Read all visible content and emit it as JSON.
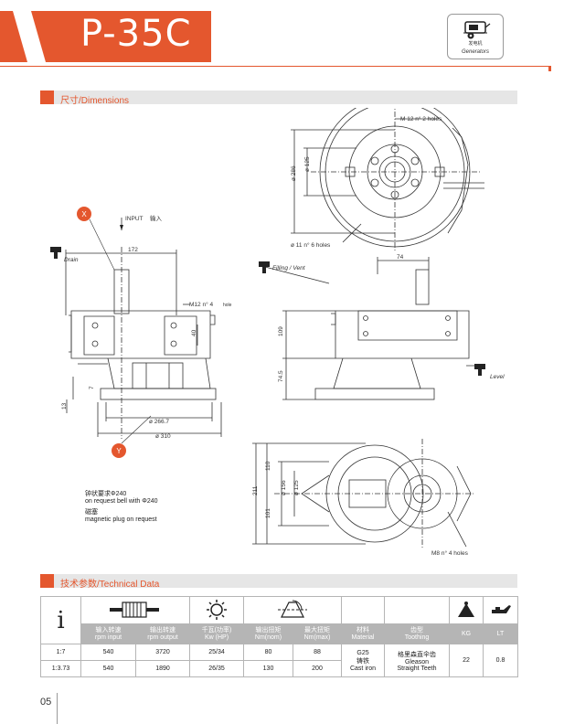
{
  "header": {
    "model": "P-35C",
    "accent_color": "#e4572e",
    "application_cn": "发电机",
    "application_en": "Generators",
    "application_icon": "generator-icon"
  },
  "sections": {
    "dimensions": "尺寸/Dimensions",
    "technical": "技术参数/Technical Data"
  },
  "drawing": {
    "input_label": "INPUT",
    "input_cn": "输入",
    "marker_x": "X",
    "marker_y": "Y",
    "drain_label": "Drain",
    "filling_label": "Filling / Vent",
    "level_label": "Level",
    "dim_172": "172",
    "dim_74": "74",
    "dim_40": "40",
    "dim_7": "7",
    "dim_13": "13",
    "dim_109": "109",
    "dim_74_5": "74.5",
    "dim_266_7": "ø 266.7",
    "dim_310": "ø 310",
    "dim_286": "ø 286",
    "dim_125": "ø 125",
    "dim_11_holes": "ø 11 n° 6 holes",
    "dim_m12_2": "M 12 n° 2 holes",
    "dim_m12_4": "M12 n° 4",
    "dim_m12_4_b": "hole",
    "dim_211": "211",
    "dim_110": "110",
    "dim_101": "101",
    "dim_156": "ø 156",
    "dim_125_b": "ø 125",
    "dim_m8": "M8 n° 4 holes"
  },
  "notes": {
    "line1": "钟状要求Φ240",
    "line2": "on request bell with Φ240",
    "line3": "磁塞",
    "line4": "magnetic plug on request"
  },
  "table": {
    "symbol": "i",
    "headers": {
      "rpm_input_cn": "输入转速",
      "rpm_input_en": "rpm input",
      "rpm_output_cn": "输出转速",
      "rpm_output_en": "rpm output",
      "kw_cn": "千瓦(功率)",
      "kw_en": "Kw (HP)",
      "nm_nom_cn": "输出扭矩",
      "nm_nom_en": "Nm(nom)",
      "nm_max_cn": "最大扭矩",
      "nm_max_en": "Nm(max)",
      "material_cn": "材料",
      "material_en": "Material",
      "toothing_cn": "齿型",
      "toothing_en": "Toothing",
      "kg": "KG",
      "lt": "LT"
    },
    "rows": [
      {
        "ratio": "1:7",
        "rpm_input": "540",
        "rpm_output": "3720",
        "kw": "25/34",
        "nm_nom": "80",
        "nm_max": "88"
      },
      {
        "ratio": "1:3.73",
        "rpm_input": "540",
        "rpm_output": "1890",
        "kw": "26/35",
        "nm_nom": "130",
        "nm_max": "200"
      }
    ],
    "material_line1": "G25",
    "material_line2": "铸铁",
    "material_line3": "Cast iron",
    "toothing_line1": "格里森直伞齿",
    "toothing_line2": "Gleason",
    "toothing_line3": "Straight Teeth",
    "kg_value": "22",
    "lt_value": "0.8"
  },
  "page_number": "05"
}
